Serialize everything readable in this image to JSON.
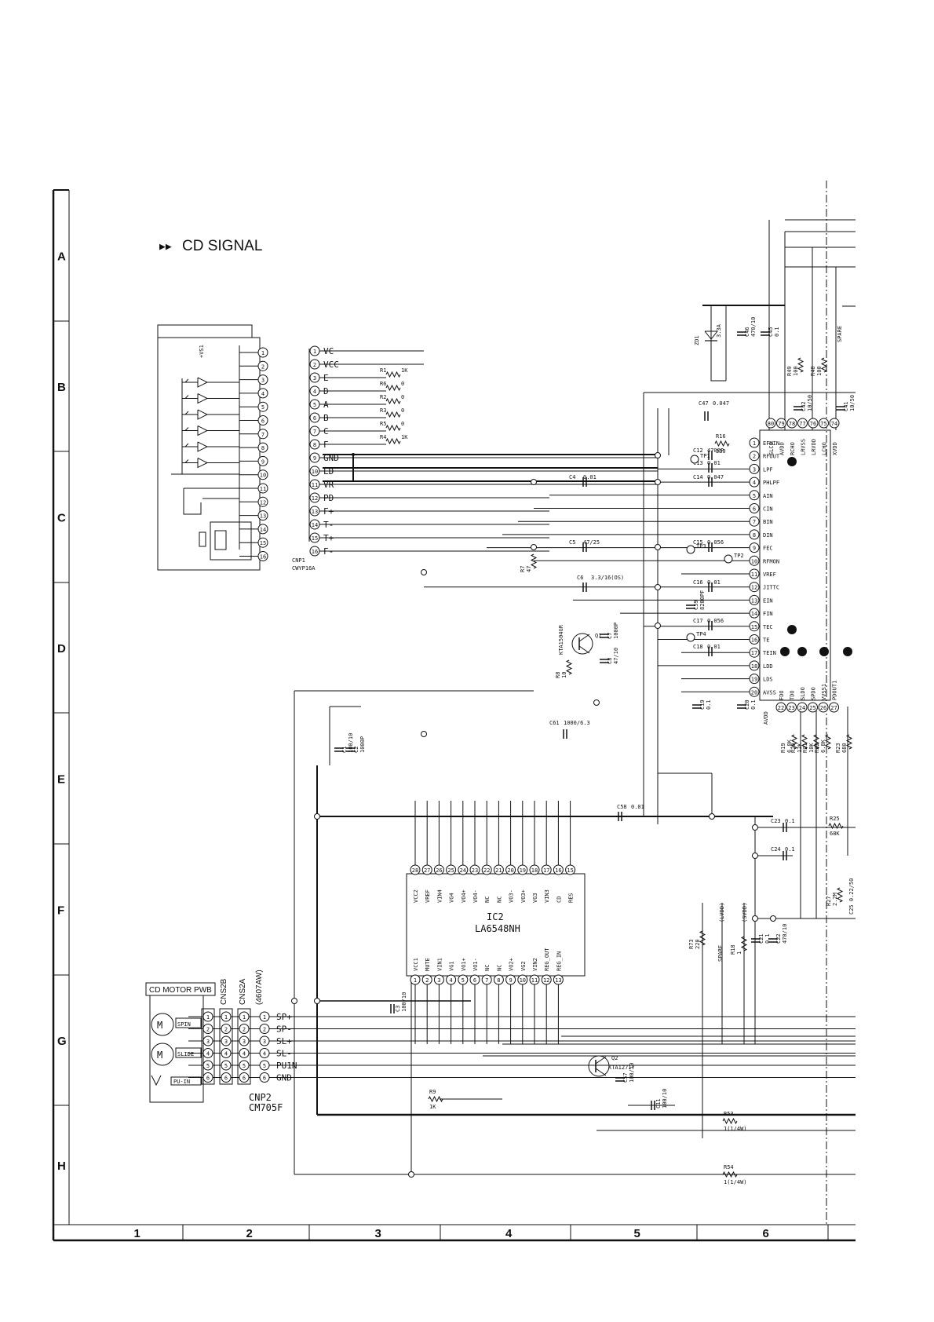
{
  "title": "CD SIGNAL",
  "frame": {
    "rows": [
      "A",
      "B",
      "C",
      "D",
      "E",
      "F",
      "G",
      "H"
    ],
    "cols": [
      "1",
      "2",
      "3",
      "4",
      "5",
      "6"
    ]
  },
  "cnp1": {
    "name": "CNP1",
    "part": "CWYP16A",
    "pins": [
      "VC",
      "VCC",
      "E",
      "D",
      "A",
      "B",
      "C",
      "F",
      "GND",
      "LD",
      "VR",
      "PD",
      "F+",
      "T-",
      "T+",
      "F-"
    ],
    "pickup_label": "+VS1"
  },
  "resistors_cnp1": [
    {
      "ref": "R1",
      "val": "1K"
    },
    {
      "ref": "R6",
      "val": "0"
    },
    {
      "ref": "R2",
      "val": "0"
    },
    {
      "ref": "R3",
      "val": "0"
    },
    {
      "ref": "R5",
      "val": "0"
    },
    {
      "ref": "R4",
      "val": "1K"
    }
  ],
  "dsp_pins": [
    {
      "n": "1",
      "name": "EFMIN"
    },
    {
      "n": "2",
      "name": "RFOUT"
    },
    {
      "n": "3",
      "name": "LPF"
    },
    {
      "n": "4",
      "name": "PHLPF"
    },
    {
      "n": "5",
      "name": "AIN"
    },
    {
      "n": "6",
      "name": "CIN"
    },
    {
      "n": "7",
      "name": "BIN"
    },
    {
      "n": "8",
      "name": "DIN"
    },
    {
      "n": "9",
      "name": "FEC"
    },
    {
      "n": "10",
      "name": "RFMON"
    },
    {
      "n": "11",
      "name": "VREF"
    },
    {
      "n": "12",
      "name": "JITTC"
    },
    {
      "n": "13",
      "name": "EIN"
    },
    {
      "n": "14",
      "name": "FIN"
    },
    {
      "n": "15",
      "name": "TEC"
    },
    {
      "n": "16",
      "name": "TE"
    },
    {
      "n": "17",
      "name": "TEIN"
    },
    {
      "n": "18",
      "name": "LDD"
    },
    {
      "n": "19",
      "name": "LDS"
    },
    {
      "n": "20",
      "name": "AVSS"
    }
  ],
  "dsp_top_pins": [
    "SLCO",
    "AVDD",
    "RCHO",
    "LRVSS",
    "LRVDD",
    "LCHO",
    "XVDD"
  ],
  "dsp_top_nums": [
    "80",
    "79",
    "78",
    "77",
    "76",
    "75",
    "74"
  ],
  "dsp_bottom_pins": [
    "FDO",
    "TDO",
    "SLDO",
    "SPDO",
    "VVSS1",
    "PDOUT1"
  ],
  "dsp_bottom_nums": [
    "22",
    "23",
    "24",
    "25",
    "26",
    "27"
  ],
  "dsp_bottom_left": "AVDD",
  "caps": {
    "C47": "0.047",
    "C12": "4700P",
    "C13": "0.01",
    "C14": "0.047",
    "C4": "0.01",
    "C5": "47/25",
    "C15": "0.056",
    "C6": "3.3/16(OS)",
    "C16": "0.01",
    "C59": "8200PF",
    "C17": "0.056",
    "C18": "0.01",
    "C7": "1000P",
    "C8": "47/10",
    "C61": "1000/6.3",
    "C19": "0.1",
    "C20": "0.1",
    "C58": "0.01",
    "C1": "100/10",
    "C2": "1000P",
    "C3": "100/10",
    "C23": "0.1",
    "C24": "0.1",
    "C21": "0.1",
    "C22": "470/10",
    "C11": "100/10",
    "C57": "100/10",
    "C46": "470/10",
    "C45": "0.1",
    "C42": "10/50",
    "C41": "10/50"
  },
  "cap_pfx": {
    "C61": "+",
    "C8": "+",
    "C5": "+",
    "C1": "+",
    "C3": "+",
    "C11": "+",
    "C22": "+"
  },
  "resistors_misc": [
    {
      "ref": "R16",
      "val": "330"
    },
    {
      "ref": "R7",
      "val": "47"
    },
    {
      "ref": "R8",
      "val": "10"
    },
    {
      "ref": "R19",
      "val": "6.8K"
    },
    {
      "ref": "R20",
      "val": "12K"
    },
    {
      "ref": "R21",
      "val": "10K"
    },
    {
      "ref": "R22",
      "val": "6.8K"
    },
    {
      "ref": "R23",
      "val": "680"
    },
    {
      "ref": "R25",
      "val": "68K"
    },
    {
      "ref": "R27",
      "val": "2.2M"
    },
    {
      "ref": "R73",
      "val": "220"
    },
    {
      "ref": "R18",
      "val": "1"
    },
    {
      "ref": "R9",
      "val": "1K"
    },
    {
      "ref": "R53",
      "val": "1(1/4W)"
    },
    {
      "ref": "R54",
      "val": "1(1/4W)"
    },
    {
      "ref": "R49",
      "val": "100"
    },
    {
      "ref": "R48",
      "val": "100"
    }
  ],
  "diode_zd1": {
    "ref": "ZD1",
    "val": "3.3A"
  },
  "transistors": [
    {
      "ref": "Q1",
      "part": "KTA1504GR"
    },
    {
      "ref": "Q2",
      "part": "KTA1271Y"
    }
  ],
  "test_points": [
    "TP1",
    "TP2",
    "TP3",
    "TP4"
  ],
  "net_labels": {
    "spare": "SPARE",
    "spare2": "SPARE",
    "lvdd": "(LVDD)",
    "svdd": "(SVDD)"
  },
  "misc_labels": {
    "c25": "C25 0.22/50"
  },
  "ic2": {
    "ref": "IC2",
    "part": "LA6548NH",
    "top": [
      {
        "n": "28",
        "name": "VCC2"
      },
      {
        "n": "27",
        "name": "VREF"
      },
      {
        "n": "26",
        "name": "VIN4"
      },
      {
        "n": "25",
        "name": "VG4"
      },
      {
        "n": "24",
        "name": "VO4+"
      },
      {
        "n": "23",
        "name": "VO4-"
      },
      {
        "n": "22",
        "name": "NC"
      },
      {
        "n": "21",
        "name": "NC"
      },
      {
        "n": "20",
        "name": "VO3-"
      },
      {
        "n": "19",
        "name": "VO3+"
      },
      {
        "n": "18",
        "name": "VG3"
      },
      {
        "n": "17",
        "name": "VIN3"
      },
      {
        "n": "16",
        "name": "CD"
      },
      {
        "n": "15",
        "name": "RES"
      }
    ],
    "bottom": [
      {
        "n": "1",
        "name": "VCC1"
      },
      {
        "n": "2",
        "name": "MUTE"
      },
      {
        "n": "3",
        "name": "VIN1"
      },
      {
        "n": "4",
        "name": "VG1"
      },
      {
        "n": "5",
        "name": "VO1+"
      },
      {
        "n": "6",
        "name": "VO1-"
      },
      {
        "n": "7",
        "name": "NC"
      },
      {
        "n": "8",
        "name": "NC"
      },
      {
        "n": "9",
        "name": "VO2+"
      },
      {
        "n": "10",
        "name": "VG2"
      },
      {
        "n": "11",
        "name": "VIN2"
      },
      {
        "n": "12",
        "name": "REG_OUT"
      },
      {
        "n": "13",
        "name": "REG_IN"
      }
    ]
  },
  "motor_pwb": {
    "title": "CD MOTOR PWB",
    "motors": [
      "SPIN",
      "SLIDE"
    ],
    "switch": "PU-IN",
    "cns2b": "CNS2B",
    "cns2a": "CNS2A",
    "cns2a_part": "(4607AW)",
    "cnp2": "CNP2",
    "cnp2_part": "CM705F",
    "signals": [
      "SP+",
      "SP-",
      "SL+",
      "SL-",
      "PU1N",
      "GND"
    ]
  }
}
